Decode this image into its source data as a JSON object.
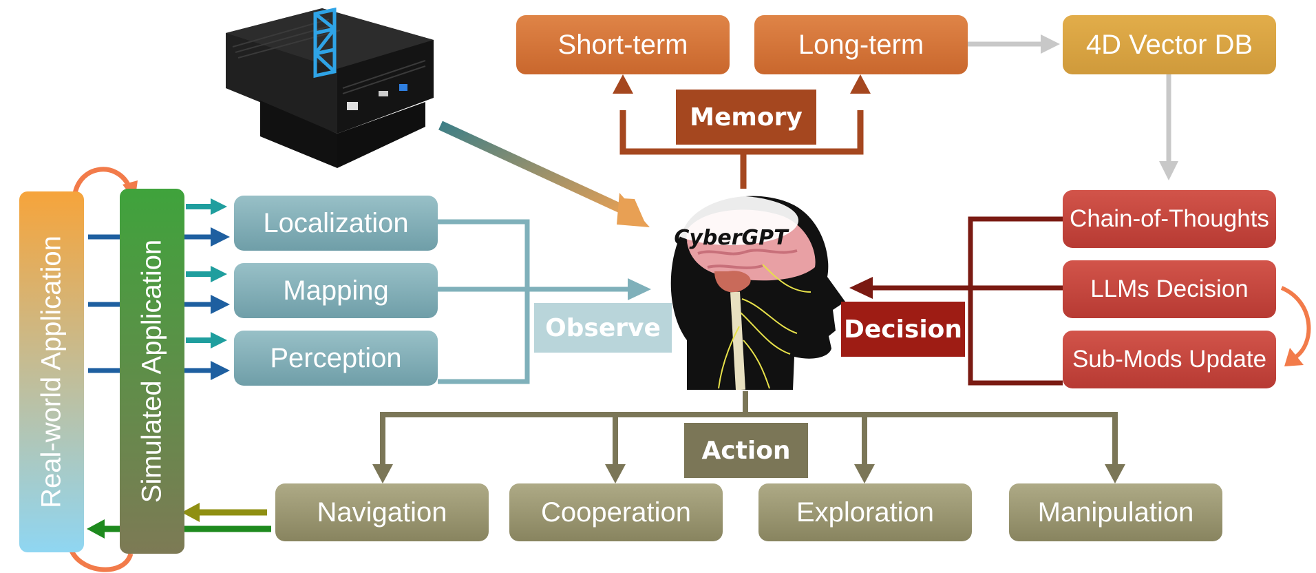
{
  "memory": {
    "label": "Memory",
    "short_term": "Short-term",
    "long_term": "Long-term",
    "vector_db": "4D Vector DB"
  },
  "center": {
    "brain_label": "CyberGPT"
  },
  "observe": {
    "label": "Observe",
    "items": [
      "Localization",
      "Mapping",
      "Perception"
    ]
  },
  "decision": {
    "label": "Decision",
    "items": [
      "Chain-of-Thoughts",
      "LLMs Decision",
      "Sub-Mods Update"
    ]
  },
  "action": {
    "label": "Action",
    "items": [
      "Navigation",
      "Cooperation",
      "Exploration",
      "Manipulation"
    ]
  },
  "applications": {
    "real_world": "Real-world Application",
    "simulated": "Simulated Application"
  },
  "icons": {
    "device": "edge-computer-device-icon",
    "head": "human-head-brain-icon"
  },
  "colors": {
    "memory": "#d0702f",
    "vector_db": "#d9a441",
    "decision": "#c0443b",
    "decision_label_bg": "#9e1c14",
    "decision_line": "#7a1a12",
    "observe": "#86b2bb",
    "observe_label_bg": "#b9d5da",
    "action": "#9c9875",
    "action_label_bg": "#7b7657",
    "memory_label_bg": "#a5471f"
  }
}
